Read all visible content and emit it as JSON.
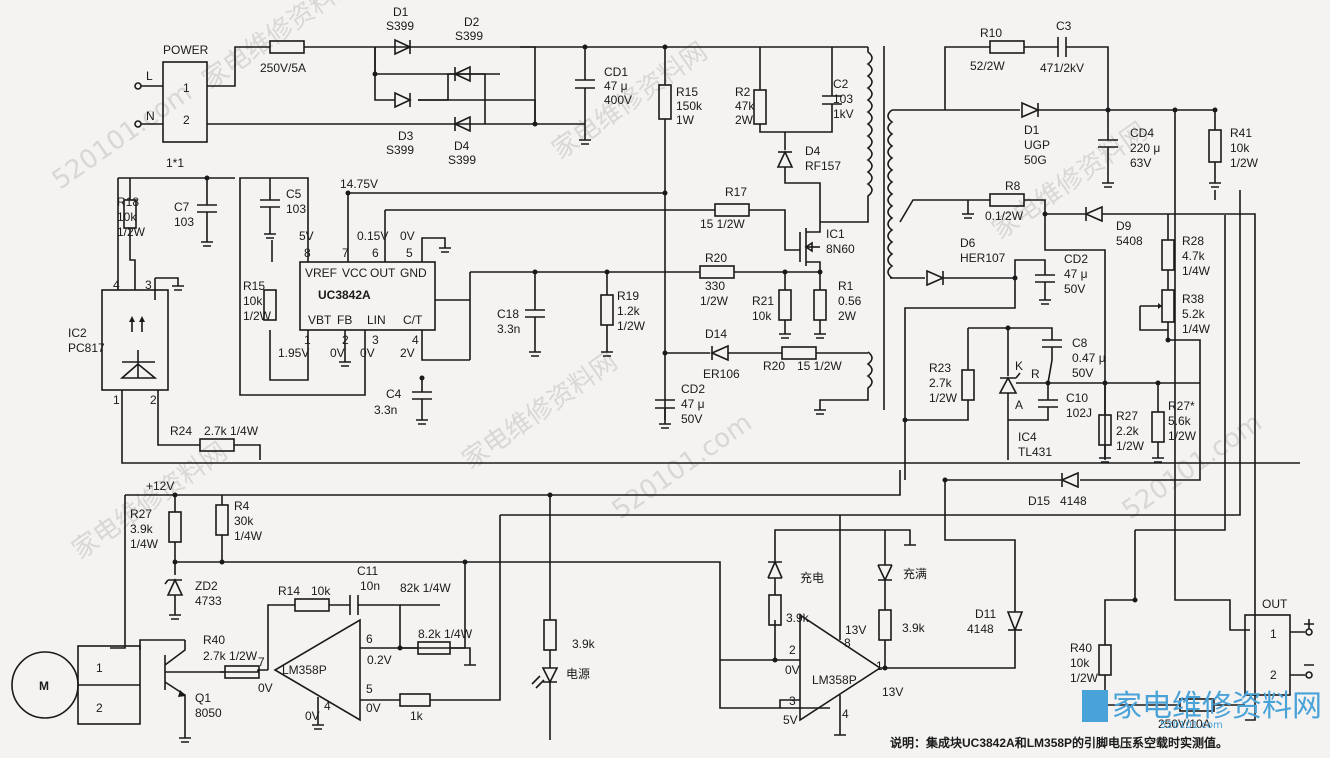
{
  "power": {
    "title": "POWER",
    "pin_l": "L",
    "pin_n": "N",
    "pin1": "1",
    "pin2": "2",
    "scale": "1*1"
  },
  "fuse_in": "250V/5A",
  "bridge": {
    "d1": "D1",
    "d1v": "S399",
    "d2": "D2",
    "d2v": "S399",
    "d3": "D3",
    "d3v": "S399",
    "d4": "D4",
    "d4v": "S399"
  },
  "cd1": {
    "name": "CD1",
    "v1": "47 μ",
    "v2": "400V"
  },
  "r15a": {
    "name": "R15",
    "v1": "150k",
    "v2": "1W"
  },
  "r2": {
    "name": "R2",
    "v1": "47k",
    "v2": "2W"
  },
  "c2": {
    "name": "C2",
    "v1": "103",
    "v2": "1kV"
  },
  "d4b": {
    "name": "D4",
    "v": "RF157"
  },
  "r17": {
    "name": "R17",
    "v": "15 1/2W"
  },
  "ic1": {
    "name": "IC1",
    "v": "8N60"
  },
  "r20a": {
    "name": "R20",
    "v1": "330",
    "v2": "1/2W"
  },
  "r21": {
    "name": "R21",
    "v": "10k"
  },
  "r1": {
    "name": "R1",
    "v1": "0.56",
    "v2": "2W"
  },
  "d14": {
    "name": "D14",
    "v": "ER106"
  },
  "r20b": {
    "name": "R20",
    "v": "15  1/2W"
  },
  "cd2a": {
    "name": "CD2",
    "v1": "47 μ",
    "v2": "50V"
  },
  "ic_uc": {
    "name": "UC3842A",
    "p_vref": "VREF",
    "p_vcc": "VCC",
    "p_out": "OUT",
    "p_gnd": "GND",
    "p_vbt": "VBT",
    "p_fb": "FB",
    "p_lin": "LIN",
    "p_ct": "C/T",
    "n8": "8",
    "n7": "7",
    "n6": "6",
    "n5": "5",
    "n1": "1",
    "n2": "2",
    "n3": "3",
    "n4": "4",
    "v_vcc": "14.75V",
    "v_out": "0.15V",
    "v_gnd": "0V",
    "v_vref": "5V",
    "v_vbt": "1.95V",
    "v_fb": "0V",
    "v_lin": "0V",
    "v_ct": "2V"
  },
  "c5": {
    "name": "C5",
    "v": "103"
  },
  "r15b": {
    "name": "R15",
    "v1": "10k",
    "v2": "1/2W"
  },
  "c4": {
    "name": "C4",
    "v": "3.3n"
  },
  "c18": {
    "name": "C18",
    "v": "3.3n"
  },
  "r19": {
    "name": "R19",
    "v1": "1.2k",
    "v2": "1/2W"
  },
  "r18": {
    "name": "R18",
    "v1": "10k",
    "v2": "1/2W"
  },
  "c7": {
    "name": "C7",
    "v": "103"
  },
  "ic2": {
    "name": "IC2",
    "v": "PC817",
    "p4": "4",
    "p3": "3",
    "p1": "1",
    "p2": "2"
  },
  "r24": {
    "name": "R24",
    "v": "2.7k 1/4W"
  },
  "r10": {
    "name": "R10",
    "v": "52/2W"
  },
  "c3": {
    "name": "C3",
    "v": "471/2kV"
  },
  "d1o": {
    "name": "D1",
    "v1": "UGP",
    "v2": "50G"
  },
  "cd4": {
    "name": "CD4",
    "v1": "220 μ",
    "v2": "63V"
  },
  "r41": {
    "name": "R41",
    "v1": "10k",
    "v2": "1/2W"
  },
  "r8": {
    "name": "R8",
    "v": "0.1/2W"
  },
  "d9": {
    "name": "D9",
    "v": "5408"
  },
  "d6": {
    "name": "D6",
    "v": "HER107"
  },
  "cd2b": {
    "name": "CD2",
    "v1": "47 μ",
    "v2": "50V"
  },
  "r28": {
    "name": "R28",
    "v1": "4.7k",
    "v2": "1/4W"
  },
  "r38": {
    "name": "R38",
    "v1": "5.2k",
    "v2": "1/4W"
  },
  "c8": {
    "name": "C8",
    "v1": "0.47 μ",
    "v2": "50V"
  },
  "r23": {
    "name": "R23",
    "v1": "2.7k",
    "v2": "1/2W"
  },
  "tl431": {
    "name": "IC4",
    "v": "TL431",
    "k": "K",
    "a": "A",
    "r": "R"
  },
  "c10": {
    "name": "C10",
    "v": "102J"
  },
  "r27a": {
    "name": "R27",
    "v1": "2.2k",
    "v2": "1/2W"
  },
  "r27b": {
    "name": "R27*",
    "v1": "5.6k",
    "v2": "1/2W"
  },
  "d15": {
    "name": "D15",
    "v": "4148"
  },
  "v12": "+12V",
  "r27c": {
    "name": "R27",
    "v1": "3.9k",
    "v2": "1/4W"
  },
  "r4": {
    "name": "R4",
    "v1": "30k",
    "v2": "1/4W"
  },
  "zd2": {
    "name": "ZD2",
    "v": "4733"
  },
  "r14": {
    "name": "R14",
    "v": "10k"
  },
  "c11": {
    "name": "C11",
    "v": "10n"
  },
  "r82": {
    "v": "82k 1/4W"
  },
  "r82b": {
    "v": "8.2k 1/4W"
  },
  "r1k": {
    "v": "1k"
  },
  "lm1": {
    "name": "LM358P",
    "p7": "7",
    "p6": "6",
    "p5": "5",
    "p4": "4",
    "v7": "0V",
    "v6": "0.2V",
    "v5": "0V",
    "v4": "0V"
  },
  "r40a": {
    "name": "R40",
    "v": "2.7k 1/2W"
  },
  "q1": {
    "name": "Q1",
    "v": "8050"
  },
  "motor": {
    "label": "M",
    "p1": "1",
    "p2": "2"
  },
  "led_power": {
    "r": "3.9k",
    "label": "电源"
  },
  "led_charge": {
    "r": "3.9k",
    "label": "充电"
  },
  "led_full": {
    "r": "3.9k",
    "label": "充满"
  },
  "lm2": {
    "name": "LM358P",
    "p8": "8",
    "p2": "2",
    "p3": "3",
    "p1": "1",
    "p4": "4",
    "v8": "13V",
    "v2": "0V",
    "v3": "5V",
    "v1": "13V"
  },
  "d11": {
    "name": "D11",
    "v": "4148"
  },
  "r40b": {
    "name": "R40",
    "v1": "10k",
    "v2": "1/2W"
  },
  "fuse_out": "250V/10A",
  "out": {
    "title": "OUT",
    "p1": "1",
    "p2": "2"
  },
  "note": "说明：集成块UC3842A和LM358P的引脚电压系空载时实测值。",
  "watermark": {
    "cn": "家电维修资料网",
    "num": "520101.com"
  },
  "logo": {
    "text": "家电维修资料网",
    "sub": "520101.com"
  }
}
